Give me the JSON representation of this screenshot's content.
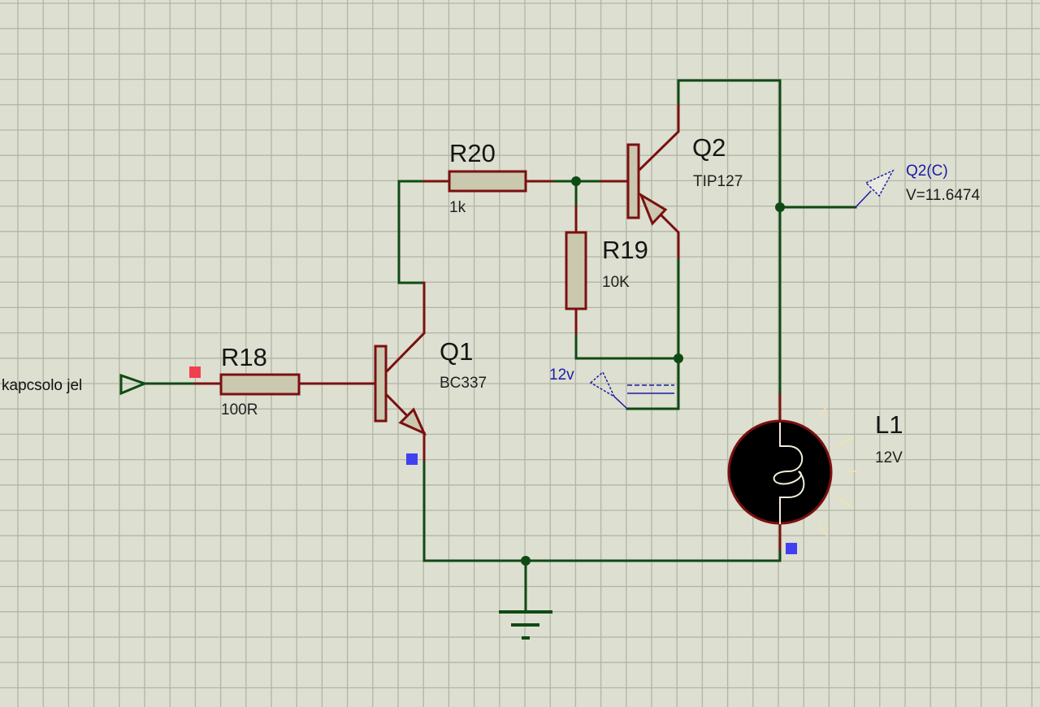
{
  "app": "Schematic capture (circuit editor)",
  "components": {
    "R18": {
      "ref": "R18",
      "value": "100R"
    },
    "R20": {
      "ref": "R20",
      "value": "1k"
    },
    "R19": {
      "ref": "R19",
      "value": "10K"
    },
    "Q1": {
      "ref": "Q1",
      "value": "BC337"
    },
    "Q2": {
      "ref": "Q2",
      "value": "TIP127"
    },
    "L1": {
      "ref": "L1",
      "value": "12V"
    }
  },
  "terminals": {
    "input": {
      "label": "kapcsolo jel"
    },
    "supply": {
      "label": "12v"
    }
  },
  "probe": {
    "name": "Q2(C)",
    "reading": "V=11.6474"
  },
  "colors": {
    "background": "#dddfd0",
    "grid": "#b2b5a6",
    "wire": "#0f4a14",
    "pin": "#7a1010",
    "body": "#cbc8b0",
    "probe": "#1a1aa8",
    "logic_high": "#f04050",
    "logic_low": "#4040f0"
  }
}
